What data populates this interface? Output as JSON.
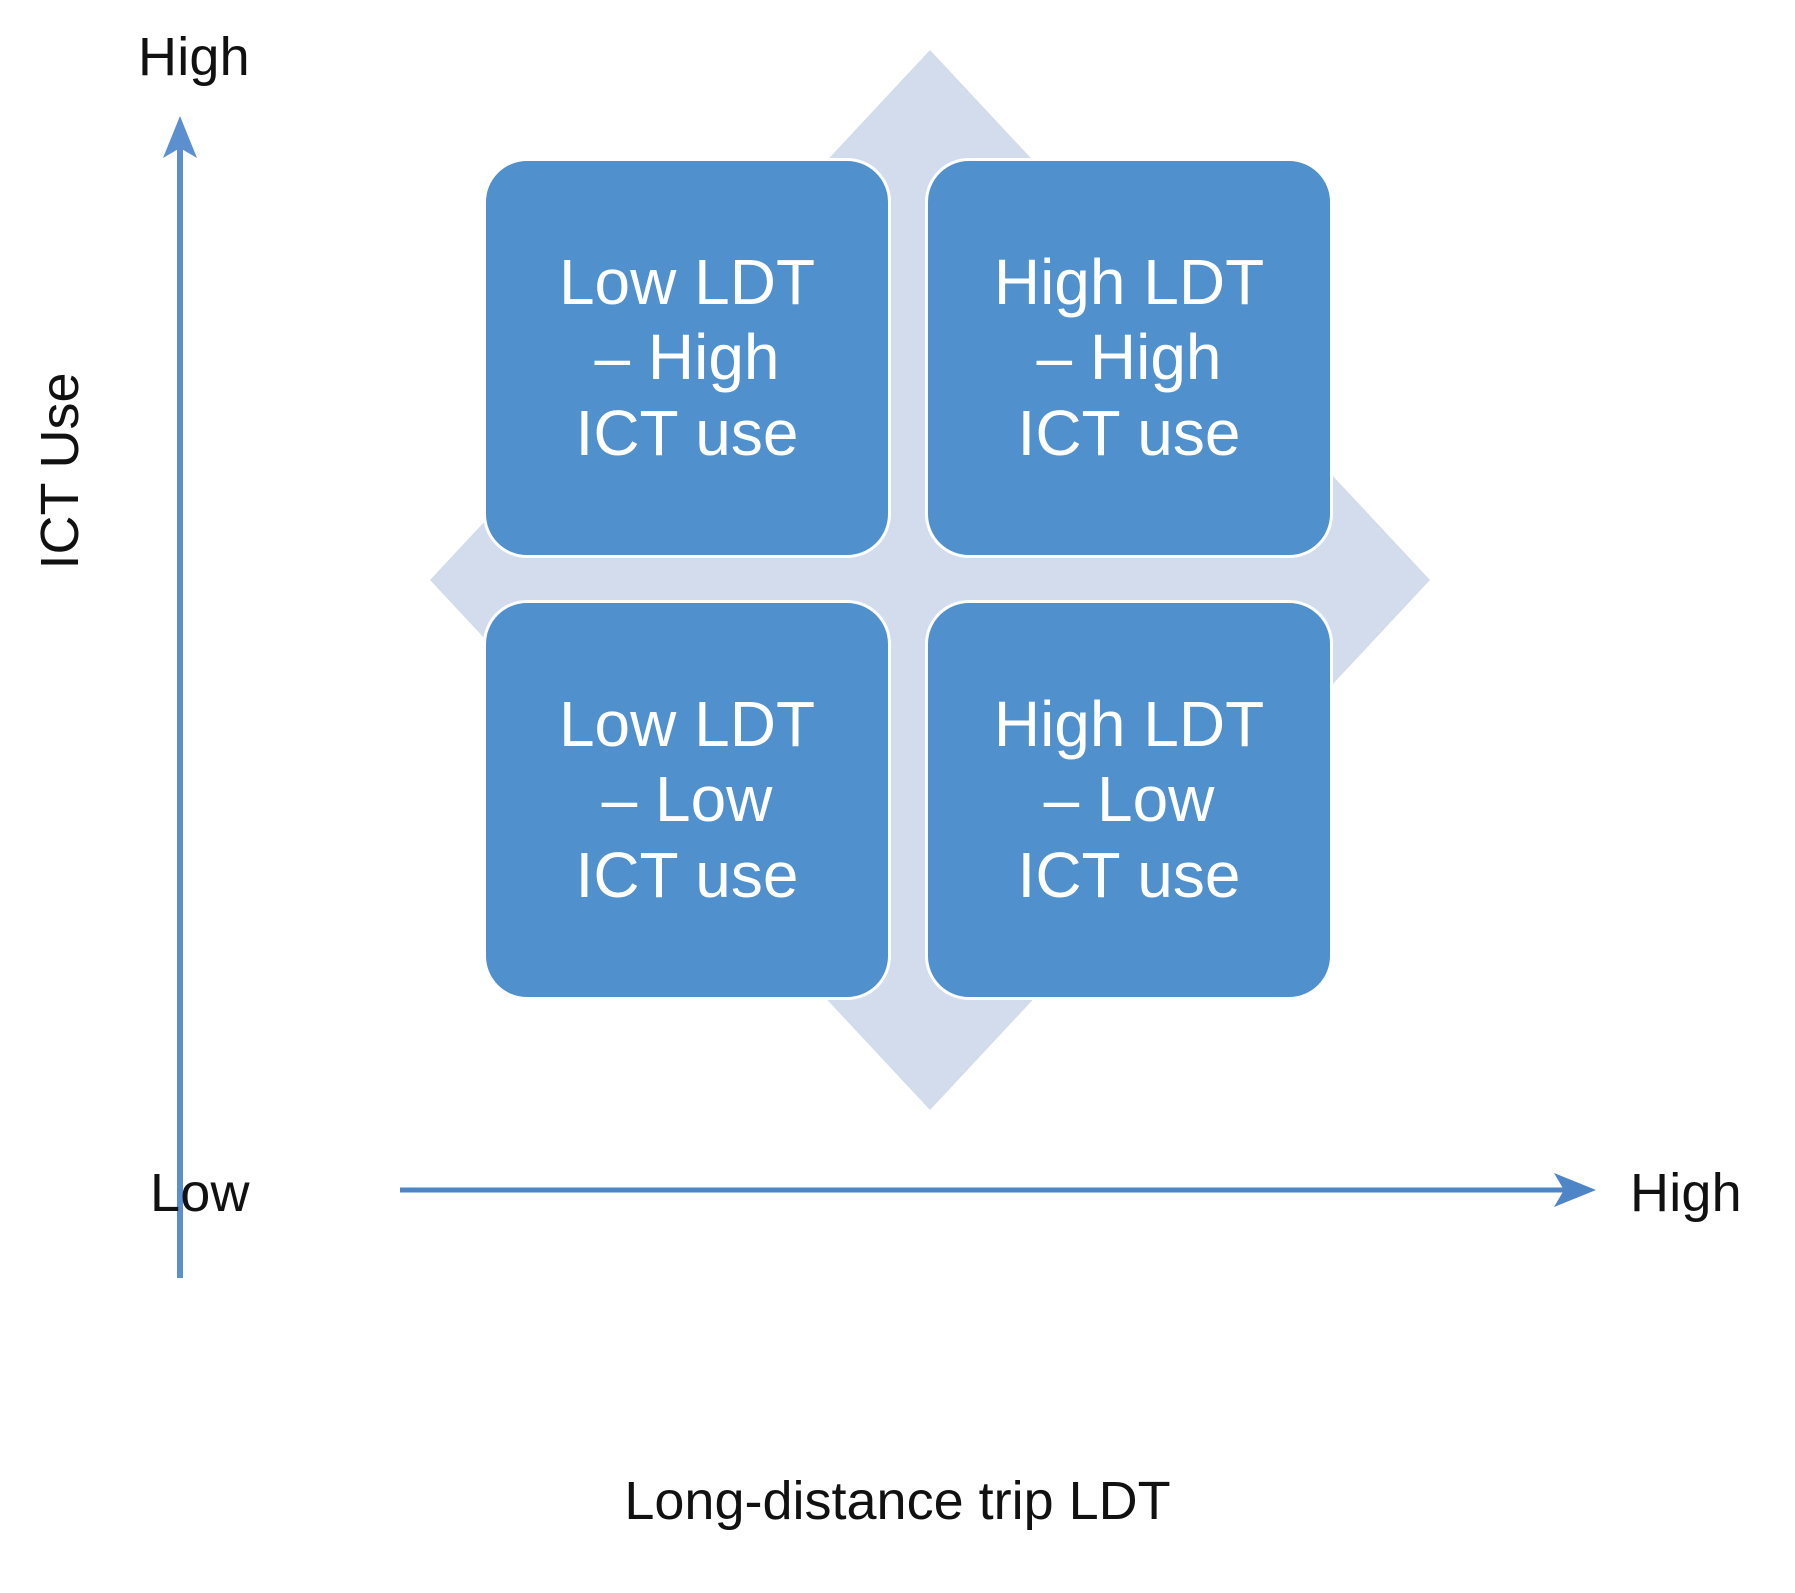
{
  "diagram": {
    "type": "2x2-quadrant-matrix",
    "caption": "Long-distance trip LDT",
    "y_axis": {
      "title": "ICT Use",
      "high_label": "High",
      "arrow_direction": "up",
      "color": "#5b8fd0"
    },
    "x_axis": {
      "title": "Long-distance trip LDT",
      "low_label": "Low",
      "high_label": "High",
      "arrow_direction": "right",
      "color": "#4d85c6"
    },
    "colors": {
      "quadrant_fill": "#4f90cd",
      "quadrant_text": "#ffffff",
      "diamond_fill": "#d3dcec",
      "background": "#ffffff",
      "axis_text": "#111111"
    },
    "quadrants": [
      {
        "id": "low-ldt-high-ict",
        "position": "top-left",
        "ldt": "Low",
        "ict": "High",
        "label": "Low LDT\n– High\nICT use"
      },
      {
        "id": "high-ldt-high-ict",
        "position": "top-right",
        "ldt": "High",
        "ict": "High",
        "label": "High LDT\n– High\nICT use"
      },
      {
        "id": "low-ldt-low-ict",
        "position": "bottom-left",
        "ldt": "Low",
        "ict": "Low",
        "label": "Low LDT\n– Low\nICT use"
      },
      {
        "id": "high-ldt-low-ict",
        "position": "bottom-right",
        "ldt": "High",
        "ict": "Low",
        "label": "High LDT\n– Low\nICT use"
      }
    ],
    "icons": {
      "y_arrow": "arrow-up-icon",
      "x_arrow": "arrow-right-icon",
      "background": "four-point-diamond-icon"
    }
  }
}
